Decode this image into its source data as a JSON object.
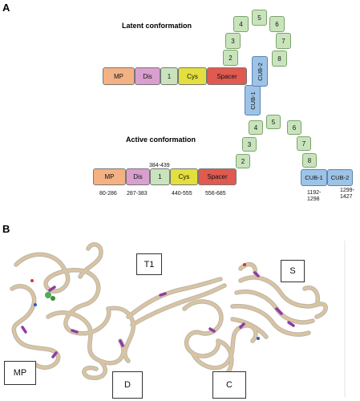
{
  "panel_a": {
    "letter": "A",
    "latent": {
      "title": "Latent conformation",
      "domains": [
        "MP",
        "Dis",
        "1",
        "Cys",
        "Spacer"
      ],
      "tsp": [
        "2",
        "3",
        "4",
        "5",
        "6",
        "7",
        "8"
      ],
      "cub": [
        "CUB-1",
        "CUB-2"
      ]
    },
    "active": {
      "title": "Active conformation",
      "domains": [
        "MP",
        "Dis",
        "1",
        "Cys",
        "Spacer"
      ],
      "tsp": [
        "2",
        "3",
        "4",
        "5",
        "6",
        "7",
        "8"
      ],
      "cub": [
        "CUB-1",
        "CUB-2"
      ],
      "ranges": {
        "mp": "80-286",
        "dis": "287-383",
        "tsp1": "384-439",
        "cys": "440-555",
        "spacer": "556-685",
        "cub1_a": "1192-",
        "cub1_b": "1298",
        "cub2_a": "1299-",
        "cub2_b": "1427"
      }
    }
  },
  "panel_b": {
    "letter": "B",
    "labels": {
      "t1": "T1",
      "s": "S",
      "mp": "MP",
      "d": "D",
      "c": "C"
    }
  },
  "colors": {
    "mp": "#f4b183",
    "dis": "#d9a0cf",
    "tsp": "#c9e4bd",
    "cys": "#e3df3f",
    "spacer": "#e05a50",
    "cub": "#9dc3e6",
    "ribbon": "#d8c4a3",
    "highlight": "#8e3ca6"
  }
}
